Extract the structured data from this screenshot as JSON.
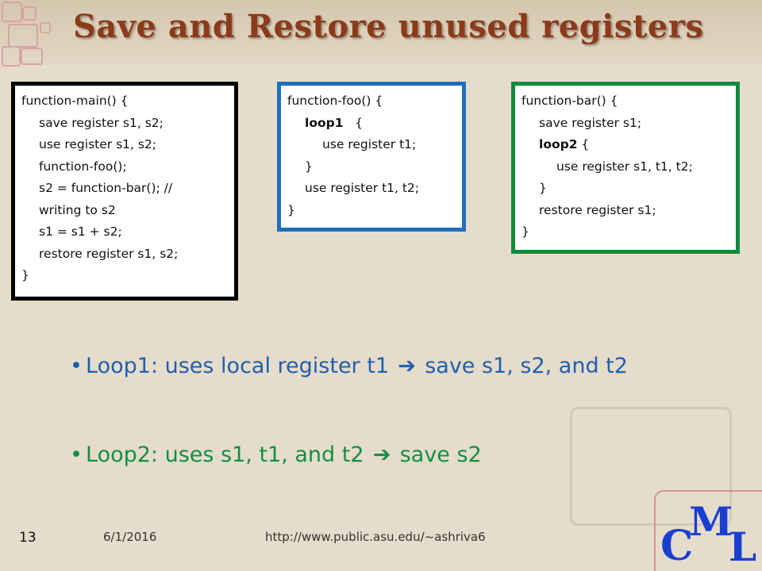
{
  "title": "Save and Restore unused registers",
  "colors": {
    "title": "#8b3a1a",
    "main_border": "#000000",
    "foo_border": "#1f6fc0",
    "bar_border": "#0f8a3c",
    "bullet1": "#1f5fb0",
    "bullet2": "#129042",
    "logo": "#1a3fd0"
  },
  "boxes": {
    "main": [
      {
        "text": "function-main()  {",
        "indent": 0,
        "bold": false
      },
      {
        "text": "save register s1, s2;",
        "indent": 1,
        "bold": false
      },
      {
        "text": "use register s1, s2;",
        "indent": 1,
        "bold": false
      },
      {
        "text": "function-foo();",
        "indent": 1,
        "bold": false
      },
      {
        "text": "s2 = function-bar(); //",
        "indent": 1,
        "bold": false
      },
      {
        "text": "writing to s2",
        "indent": 1,
        "bold": false
      },
      {
        "text": "s1 = s1 + s2;",
        "indent": 1,
        "bold": false
      },
      {
        "text": "restore register s1, s2;",
        "indent": 1,
        "bold": false
      },
      {
        "text": "}",
        "indent": 0,
        "bold": false
      }
    ],
    "foo": [
      {
        "text": "function-foo()  {",
        "indent": 0,
        "bold": false
      },
      {
        "text": "loop1",
        "suffix": "   {",
        "indent": 1,
        "bold": true
      },
      {
        "text": "use register t1;",
        "indent": 2,
        "bold": false
      },
      {
        "text": "}",
        "indent": 1,
        "bold": false
      },
      {
        "text": "use register t1, t2;",
        "indent": 1,
        "bold": false
      },
      {
        "text": "}",
        "indent": 0,
        "bold": false
      }
    ],
    "bar": [
      {
        "text": "function-bar()  {",
        "indent": 0,
        "bold": false
      },
      {
        "text": "save register s1;",
        "indent": 1,
        "bold": false
      },
      {
        "text": "loop2",
        "suffix": " {",
        "indent": 1,
        "bold": true
      },
      {
        "text": "use register s1, t1, t2;",
        "indent": 2,
        "bold": false
      },
      {
        "text": "}",
        "indent": 1,
        "bold": false
      },
      {
        "text": "restore register s1;",
        "indent": 1,
        "bold": false
      },
      {
        "text": "}",
        "indent": 0,
        "bold": false
      }
    ]
  },
  "bullets": [
    {
      "before": "Loop1: uses local register t1",
      "after": "save s1, s2, and t2",
      "arrow": "➔"
    },
    {
      "before": "Loop2: uses s1, t1, and t2",
      "after": "save s2",
      "arrow": "➔"
    }
  ],
  "footer": {
    "page_number": "13",
    "date": "6/1/2016",
    "url": "http://www.public.asu.edu/~ashriva6"
  },
  "logo": {
    "c": "C",
    "m": "M",
    "l": "L"
  }
}
